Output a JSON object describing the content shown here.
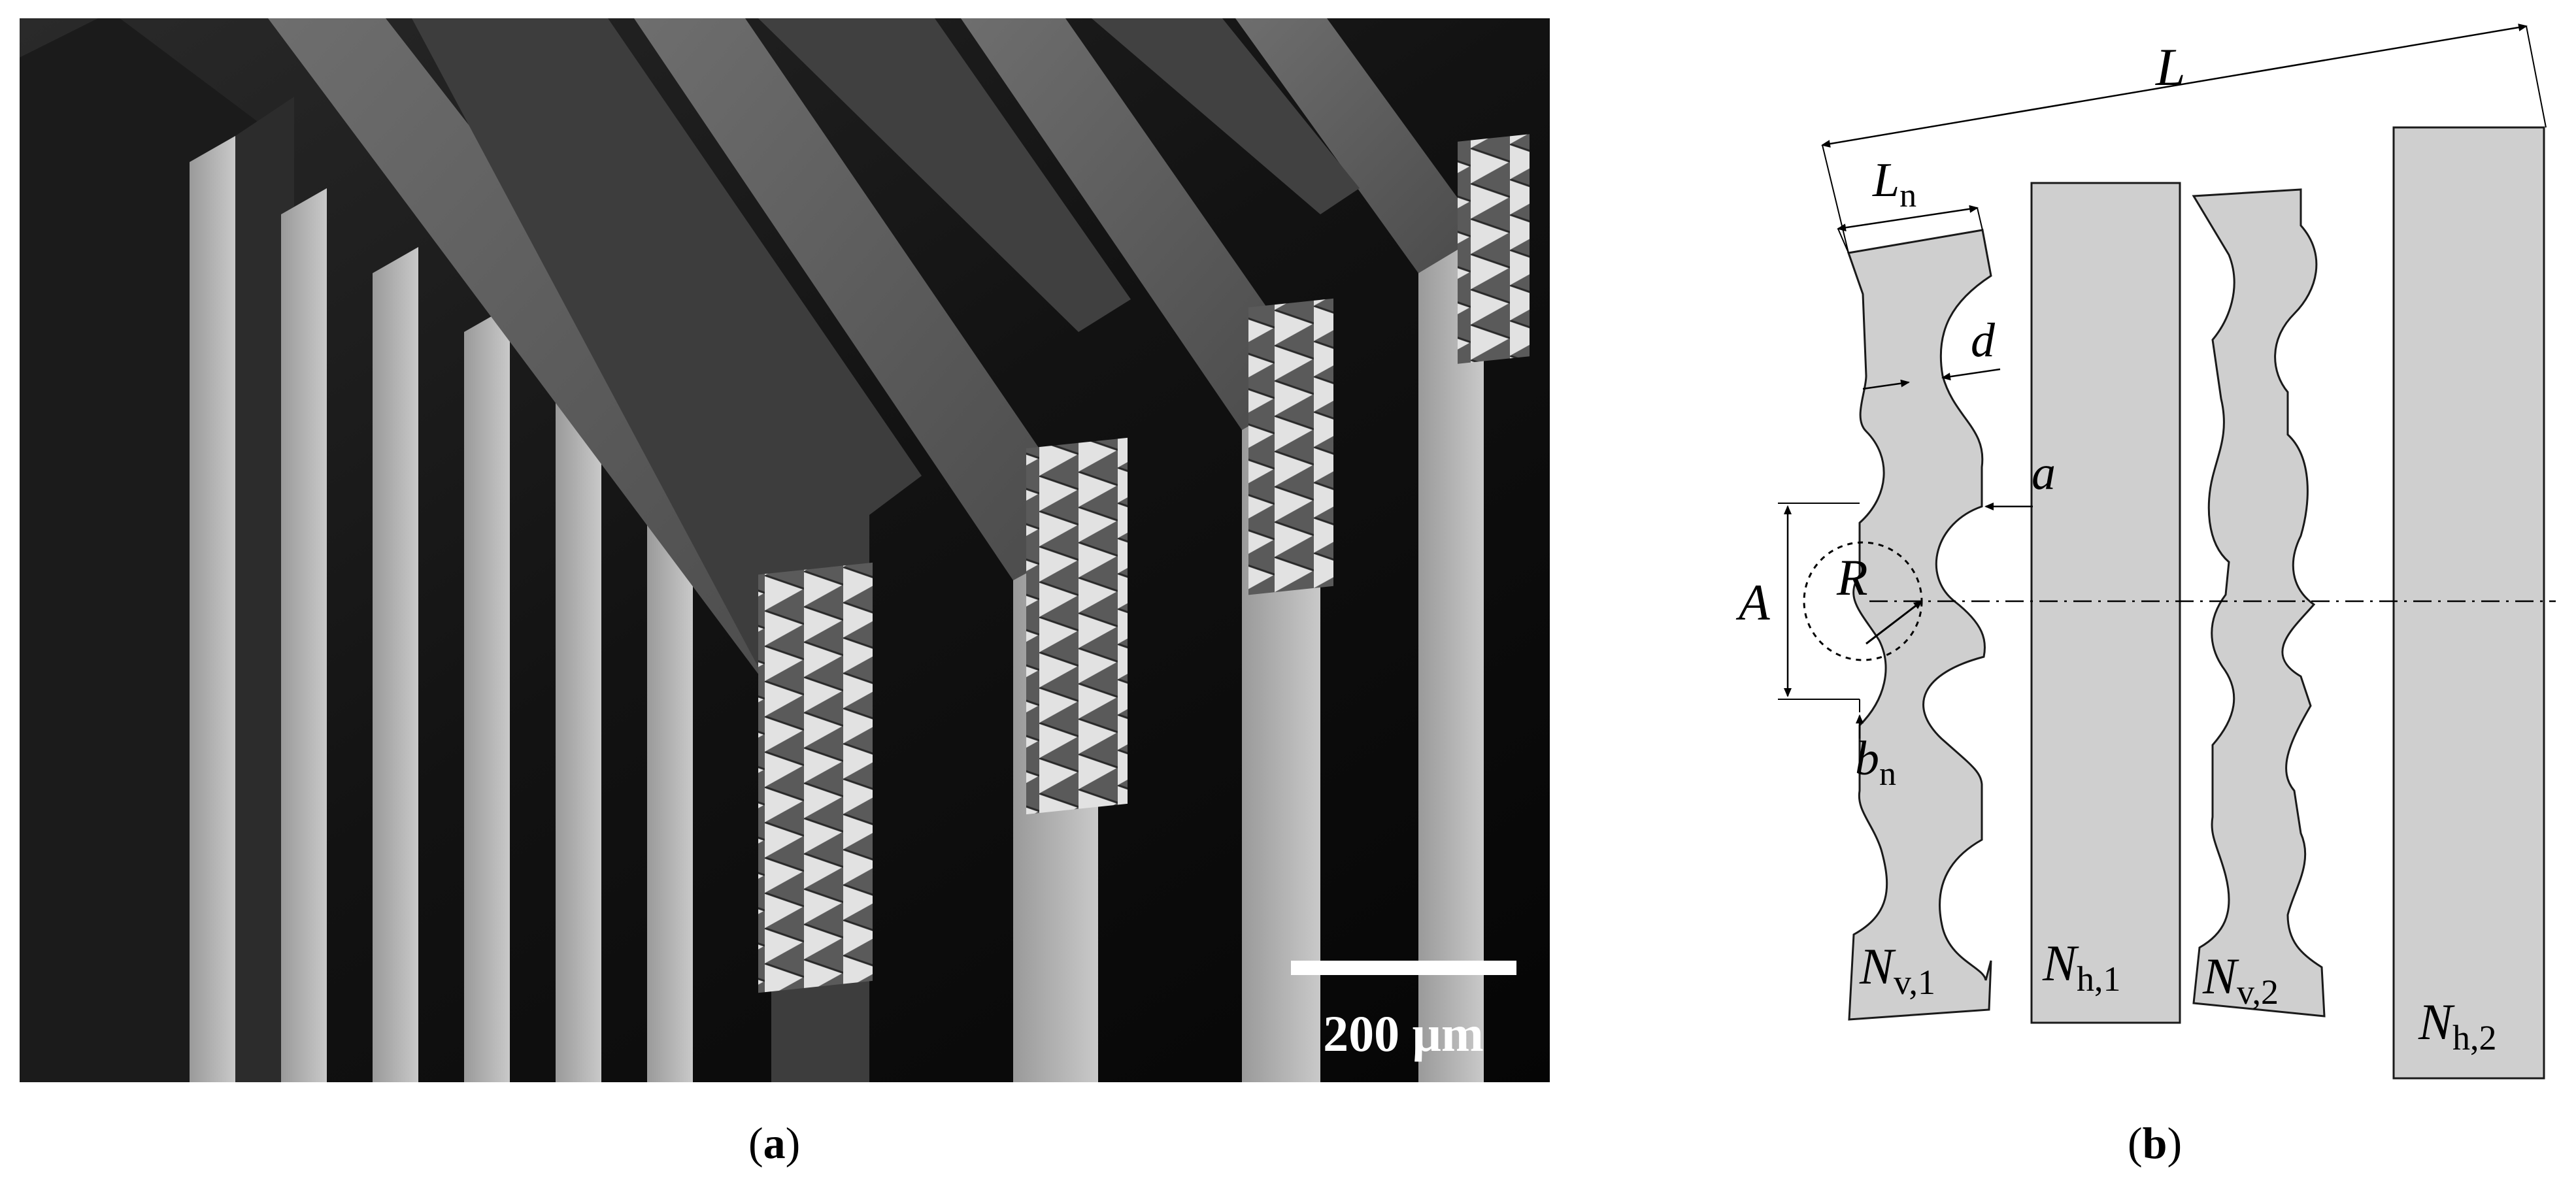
{
  "panel_a": {
    "caption_letter": "a",
    "scale_bar": {
      "label": "200 μm"
    }
  },
  "panel_b": {
    "caption_letter": "b",
    "dimensions": {
      "L": "L",
      "Ln_main": "L",
      "Ln_sub": "n",
      "d": "d",
      "a": "a",
      "A": "A",
      "R": "R",
      "bn_main": "b",
      "bn_sub": "n"
    },
    "elements": [
      {
        "main": "N",
        "sub": "v,1"
      },
      {
        "main": "N",
        "sub": "h,1"
      },
      {
        "main": "N",
        "sub": "v,2"
      },
      {
        "main": "N",
        "sub": "h,2"
      }
    ]
  },
  "colors": {
    "element_fill": "#cfcfcf",
    "element_stroke": "#1a1a1a",
    "sem_background": "#0b0b0b",
    "scale_bar": "#ffffff"
  }
}
